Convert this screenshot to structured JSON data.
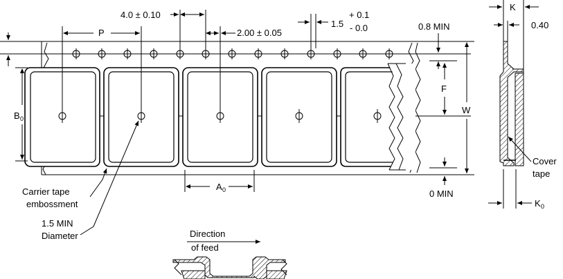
{
  "labels": {
    "pitch_4": "4.0 ± 0.10",
    "p": "P",
    "pitch_2": "2.00 ± 0.05",
    "hole_15": "1.5",
    "tol_plus": "+ 0.1",
    "tol_minus": "- 0.0",
    "min_08": "0.8 MIN",
    "k": "K",
    "k_val": "0.40",
    "f": "F",
    "w": "W",
    "b0": "B",
    "b0_sub": "0",
    "a0": "A",
    "a0_sub": "0",
    "k0": "K",
    "k0_sub": "0",
    "min_0": "0 MIN",
    "carrier_1": "Carrier tape",
    "carrier_2": "embossment",
    "hole_min_1": "1.5 MIN",
    "hole_min_2": "Diameter",
    "cover_1": "Cover",
    "cover_2": "tape",
    "direction_1": "Direction",
    "direction_2": "of feed"
  }
}
